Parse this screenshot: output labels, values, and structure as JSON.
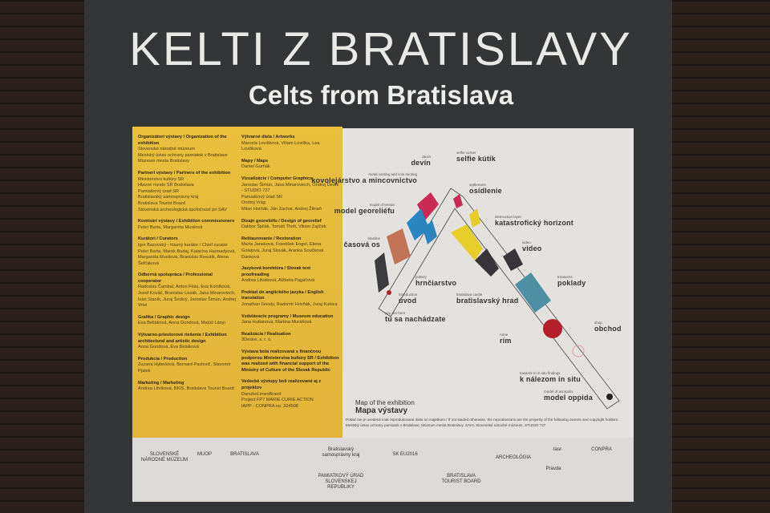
{
  "title": "KELTI Z BRATISLAVY",
  "subtitle": "Celts from Bratislava",
  "credits_col1": [
    {
      "heading": "Organizátori výstavy / Organization of the exhibition",
      "lines": [
        "Slovenské národné múzeum",
        "Mestský ústav ochrany pamiatok v Bratislave",
        "Múzeum mesta Bratislavy"
      ]
    },
    {
      "heading": "Partneri výstavy / Partners of the exhibition",
      "lines": [
        "Ministerstvo kultúry SR",
        "Hlavné mesto SR Bratislava",
        "Pamiatkový úrad SR",
        "Bratislavský samosprávny kraj",
        "Bratislava Tourist Board",
        "Slovenská archeologická spoločnosť pri SAV"
      ]
    },
    {
      "heading": "Komisári výstavy / Exhibition commissioners",
      "lines": [
        "Peter Barta, Margaréta Musilová"
      ]
    },
    {
      "heading": "Kurátori / Curators",
      "lines": [
        "Igor Bazovský - hlavný kurátor / Chief curator",
        "Peter Barta, Marek Budaj, Katarína Harmadyová, Margaréta Musilová, Branislav Resutík, Alena Šefčáková"
      ]
    },
    {
      "heading": "Odborná spolupráca / Professional cooperator",
      "lines": [
        "Radoslav Čambal, Anton Fiala, Eva Kolníková, Jozef Kováč, Branislav Lesák, Jana Minaroviech, Ivan Staník, Juraj Šedivý, Jaroslav Šimún, Andrej Vrtel"
      ]
    },
    {
      "heading": "Grafika / Graphic design",
      "lines": [
        "Eva Beliáková, Anna Gondová, Matúš Lányi"
      ]
    },
    {
      "heading": "Výtvarno-priestorové riešenie / Exhibition architectural and artistic design",
      "lines": [
        "Anna Gondová, Eva Beliáková"
      ]
    },
    {
      "heading": "Produkcia / Production",
      "lines": [
        "Zuzana Hybešová, Bernard Pavlovič, Slavomír Pjatek"
      ]
    },
    {
      "heading": "Marketing / Marketing",
      "lines": [
        "Andrea Litvíková, BKIS, Bratislava Tourist Board"
      ]
    }
  ],
  "credits_col2": [
    {
      "heading": "Výtvarné diela / Artworks",
      "lines": [
        "Marcela Lovišková, Viliam Loviška, Lea Lovišková"
      ]
    },
    {
      "heading": "Mapy / Maps",
      "lines": [
        "Daniel Gurňák"
      ]
    },
    {
      "heading": "Vizualizácie / Computer Graphics",
      "lines": [
        "Jaroslav Šimún, Jana Minaroviech, Ondrej Dedík - STUDIO 727",
        "Pamiatkový úrad SR",
        "Ondrej Vrág",
        "Milan Horňák, Ján Zachar, Andrej Žitnaň"
      ]
    },
    {
      "heading": "Dizajn georeliéfu / Design of georelief",
      "lines": [
        "Dalibor Špilák, Tomáš Tholt, Viliam Zajíček"
      ]
    },
    {
      "heading": "Reštaurovanie / Restoration",
      "lines": [
        "Marta Janeková, František Engel, Elena Golejová, Juraj Slovák, Aranka Součková Danková"
      ]
    },
    {
      "heading": "Jazyková korektúra / Slovak text proofreading",
      "lines": [
        "Andrea Litváková, Alžbeta Pagáčová"
      ]
    },
    {
      "heading": "Preklad do anglického jazyka / English translation",
      "lines": [
        "Jonathan Gresty, Radomír Hrivňák, Juraj Kubica"
      ]
    },
    {
      "heading": "Vzdelávacie programy / Museum education",
      "lines": [
        "Jana Huttanová, Martina Muráňová"
      ]
    },
    {
      "heading": "Realizácia / Realisation",
      "lines": [
        "3Desire, s. r. o."
      ]
    },
    {
      "heading": "Výstava bola realizovaná s finančnou podporou Ministerstva kultúry SR / Exhibition was realized with financial support of the Ministry of Culture of the Slovak Republic",
      "lines": []
    },
    {
      "heading": "Vedecké výstupy boli realizované aj z projektov",
      "lines": [
        "DanubeLimesBrand",
        "Project FP7 MARIE CURIE ACTION",
        "IAPP - CONPRA no. 324508"
      ]
    }
  ],
  "map": {
    "labels": [
      {
        "sub": "devin",
        "main": "devín"
      },
      {
        "sub": "selfie corner",
        "main": "selfie kútik"
      },
      {
        "sub": "metal casting and coin minting",
        "main": "kovolejárstvo a mincovnictvo"
      },
      {
        "sub": "settlement",
        "main": "osídlenie"
      },
      {
        "sub": "model of terrain",
        "main": "model georeliéfu"
      },
      {
        "sub": "destruction layer",
        "main": "katastrofický horizont"
      },
      {
        "sub": "timeline",
        "main": "časová os"
      },
      {
        "sub": "video",
        "main": "video"
      },
      {
        "sub": "treasures",
        "main": "poklady"
      },
      {
        "sub": "pottery",
        "main": "hrnčiarstvo"
      },
      {
        "sub": "introduction",
        "main": "úvod"
      },
      {
        "sub": "bratislava castle",
        "main": "bratislavský hrad"
      },
      {
        "sub": "you are here",
        "main": "tu sa nachádzate"
      },
      {
        "sub": "shop",
        "main": "obchod"
      },
      {
        "sub": "rome",
        "main": "rím"
      },
      {
        "sub": "towards to in situ findings",
        "main": "k nálezom in situ"
      },
      {
        "sub": "model of acropolis",
        "main": "model oppida"
      }
    ],
    "title_en": "Map of the exhibition",
    "title_sk": "Mapa výstavy",
    "disclaimer": "Pokiaľ nie je uvedené inak reprodukované diela sú majetkom / If not staded otherwise, the reproductions are the property of the following owners and copyright holders: Mestský ústav ochrany pamiatok v Bratislave, Múzeum mesta Bratislavy, SAHI, Slovenské národné múzeum, STUDIO 727"
  },
  "logos": [
    "SLOVENSKÉ NÁRODNÉ MÚZEUM",
    "MUOP",
    "BRATISLAVA",
    "Bratislavský samosprávny kraj",
    "PAMIATKOVÝ ÚRAD SLOVENSKEJ REPUBLIKY",
    "SK EU2016",
    "BRATISLAVA TOURIST BOARD",
    "ARCHEOLÓGIA",
    "·tasr·",
    "Pravda",
    "CONPRA"
  ]
}
